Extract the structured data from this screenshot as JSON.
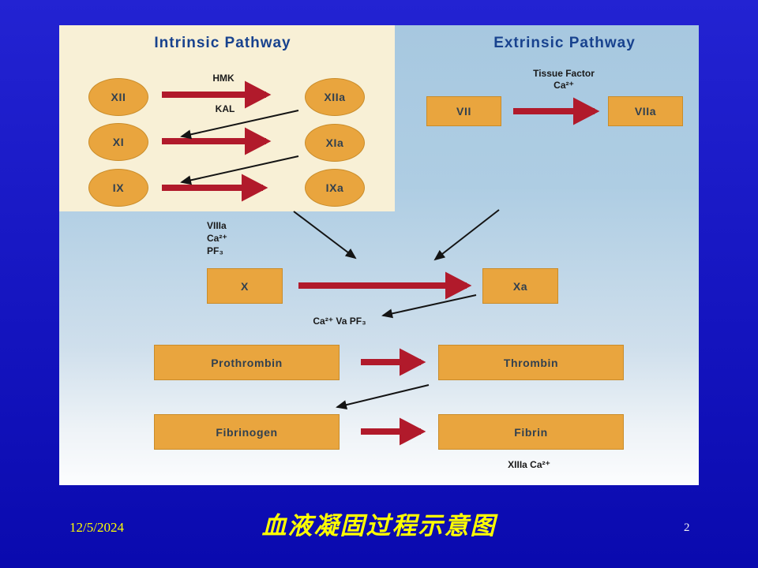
{
  "slide": {
    "date": "12/5/2024",
    "caption": "血液凝固过程示意图",
    "page_number": "2"
  },
  "diagram": {
    "titles": {
      "intrinsic": "Intrinsic Pathway",
      "extrinsic": "Extrinsic Pathway"
    },
    "nodes": {
      "xii": "XII",
      "xiia": "XIIa",
      "xi": "XI",
      "xia": "XIa",
      "ix": "IX",
      "ixa": "IXa",
      "vii": "VII",
      "viia": "VIIa",
      "x": "X",
      "xa": "Xa",
      "prothrombin": "Prothrombin",
      "thrombin": "Thrombin",
      "fibrinogen": "Fibrinogen",
      "fibrin": "Fibrin"
    },
    "labels": {
      "hmk": "HMK",
      "kal": "KAL",
      "tissue_factor_line1": "Tissue Factor",
      "tissue_factor_line2": "Ca²⁺",
      "intrinsic_cofactor_line1": "VIIIa",
      "intrinsic_cofactor_line2": "Ca²⁺",
      "intrinsic_cofactor_line3": "PF₃",
      "common_cofactors": "Ca²⁺  Va  PF₃",
      "fibrin_stabilizer": "XIIIa   Ca²⁺"
    }
  },
  "theme": {
    "node-fill": "#e9a53e",
    "red-arrow": "#b11a2b",
    "title-blue": "#18428e",
    "cream": "#f8f0d6",
    "panel-blue": "#aecde3",
    "caption-yellow": "#ffff00",
    "bg-blue-top": "#2323d2",
    "bg-blue-bottom": "#0a0aae"
  }
}
